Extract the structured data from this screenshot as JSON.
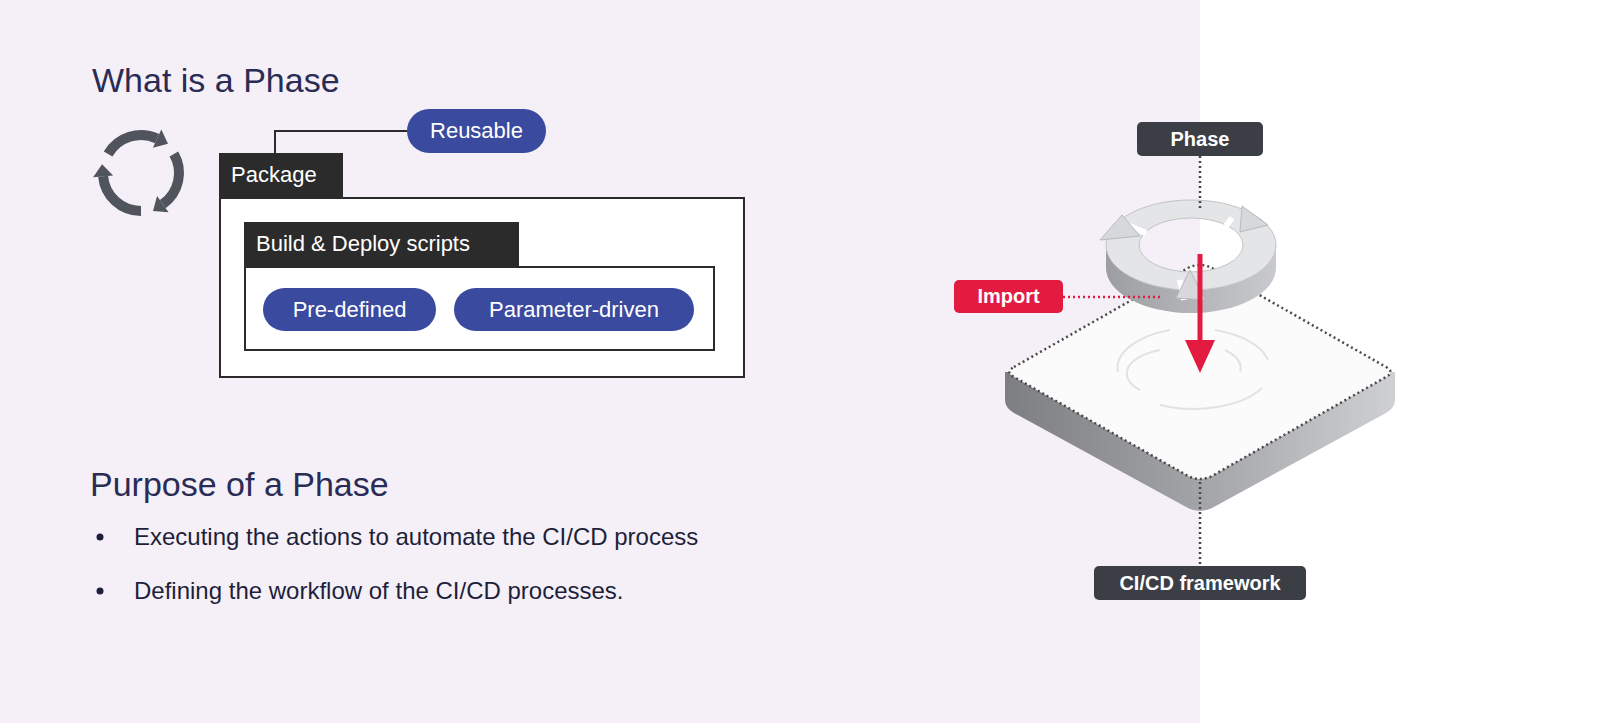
{
  "diagram": {
    "title": "What is a Phase",
    "nodes": [
      {
        "text": [
          "Reusable"
        ]
      },
      {
        "text": [
          "Package"
        ]
      },
      {
        "text": [
          "Build & Deploy scripts"
        ],
        "in": 1
      },
      {
        "text": [
          "Pre-defined"
        ],
        "in": 2
      },
      {
        "text": [
          "Parameter-driven"
        ],
        "in": 2
      },
      {
        "text": [
          "Phase"
        ]
      },
      {
        "text": [
          "Import"
        ]
      },
      {
        "text": [
          "CI/CD framework"
        ]
      }
    ],
    "edges": [
      {
        "from": 0,
        "to": 1,
        "arrow": "none"
      }
    ],
    "labels": [
      "Purpose of a Phase",
      "Executing the actions to automate the CI/CD process",
      "Defining the workflow of the CI/CD processes."
    ]
  }
}
